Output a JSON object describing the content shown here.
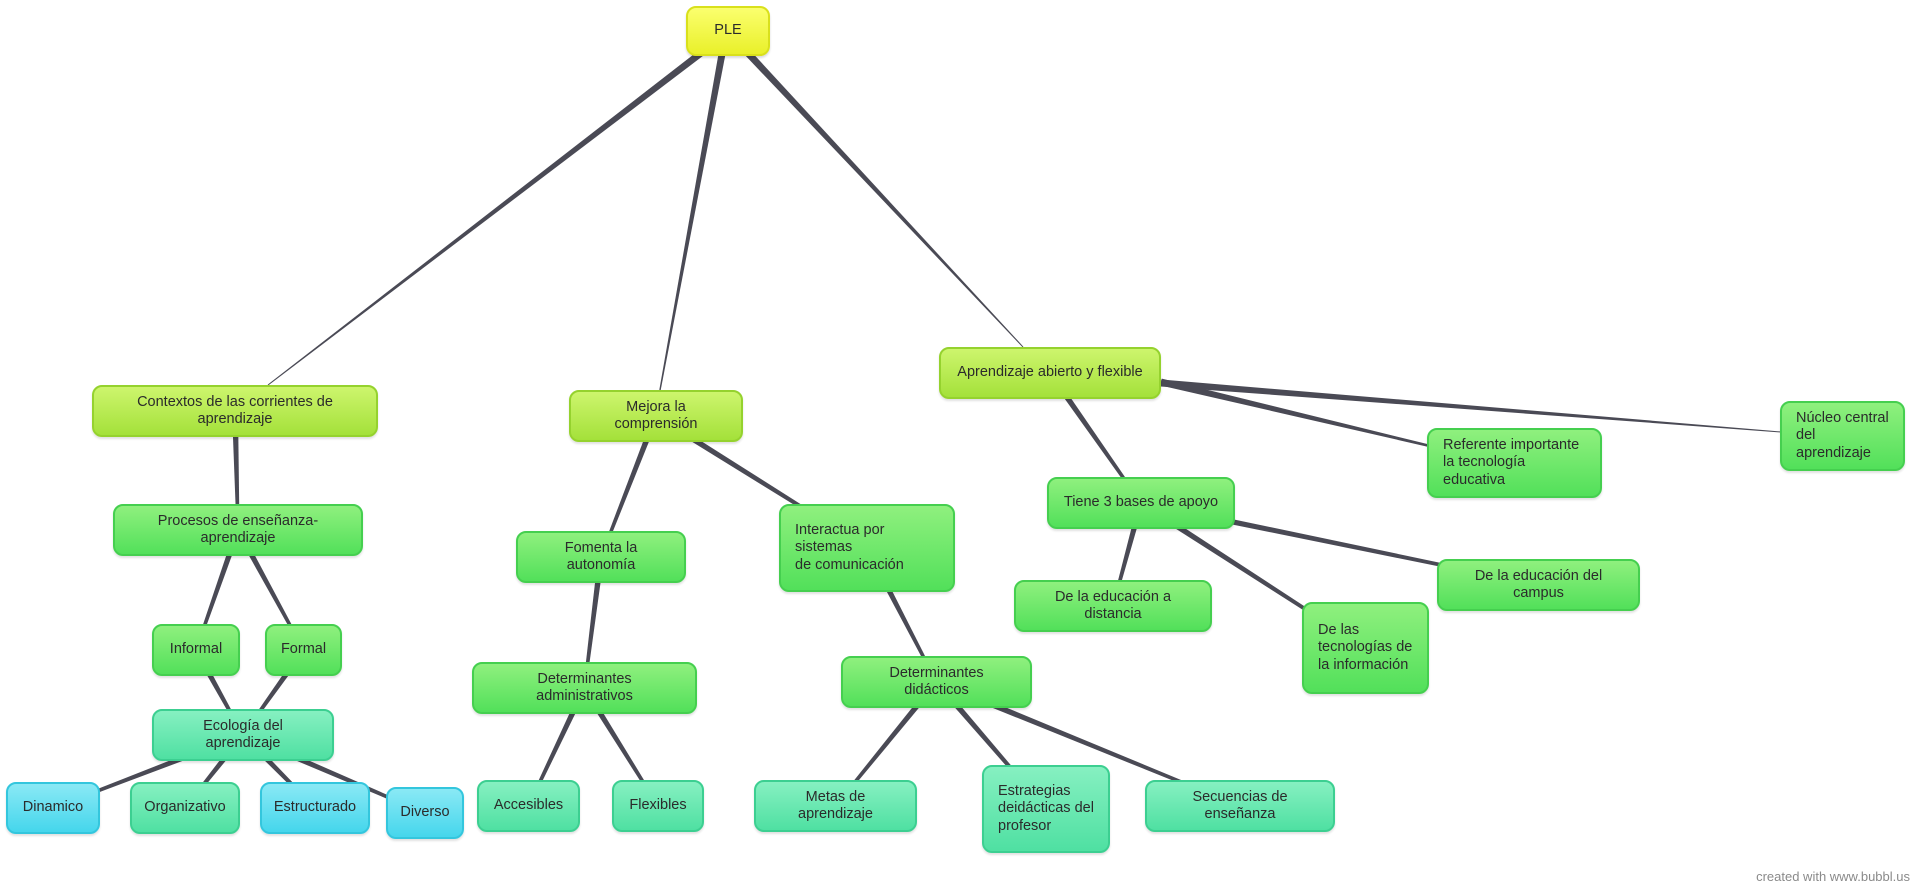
{
  "diagram": {
    "nodes": [
      {
        "id": "ple",
        "label": "PLE",
        "color": "yellow"
      },
      {
        "id": "contextos",
        "label": "Contextos de las corrientes de aprendizaje",
        "color": "lime"
      },
      {
        "id": "mejora",
        "label": "Mejora la comprensión",
        "color": "lime"
      },
      {
        "id": "aprendizaje",
        "label": "Aprendizaje  abierto y flexible",
        "color": "lime"
      },
      {
        "id": "procesos",
        "label": "Procesos de enseñanza- aprendizaje",
        "color": "green"
      },
      {
        "id": "informal",
        "label": "Informal",
        "color": "green"
      },
      {
        "id": "formal",
        "label": "Formal",
        "color": "green"
      },
      {
        "id": "ecologia",
        "label": "Ecología  del aprendizaje",
        "color": "mint"
      },
      {
        "id": "dinamico",
        "label": "Dinamico",
        "color": "cyan"
      },
      {
        "id": "organizativo",
        "label": "Organizativo",
        "color": "mint"
      },
      {
        "id": "estructurado",
        "label": "Estructurado",
        "color": "cyan"
      },
      {
        "id": "diverso",
        "label": "Diverso",
        "color": "cyan"
      },
      {
        "id": "fomenta",
        "label": "Fomenta la autonomía",
        "color": "green"
      },
      {
        "id": "interactua",
        "label": "Interactua por sistemas\n de comunicación",
        "color": "green"
      },
      {
        "id": "det_admin",
        "label": "Determinantes administrativos",
        "color": "green"
      },
      {
        "id": "accesibles",
        "label": "Accesibles",
        "color": "mint"
      },
      {
        "id": "flexibles",
        "label": "Flexibles",
        "color": "mint"
      },
      {
        "id": "det_didac",
        "label": "Determinantes  didácticos",
        "color": "green"
      },
      {
        "id": "metas",
        "label": "Metas de aprendizaje",
        "color": "mint"
      },
      {
        "id": "estrategias",
        "label": "Estrategias\ndeidácticas del\nprofesor",
        "color": "mint"
      },
      {
        "id": "secuencias",
        "label": "Secuencias de enseñanza",
        "color": "mint"
      },
      {
        "id": "tiene3",
        "label": "Tiene 3 bases de apoyo",
        "color": "green"
      },
      {
        "id": "referente",
        "label": "Referente importante\nla tecnología educativa",
        "color": "green"
      },
      {
        "id": "nucleo",
        "label": "Núcleo central\ndel aprendizaje",
        "color": "green"
      },
      {
        "id": "distancia",
        "label": "De la educación  a distancia",
        "color": "green"
      },
      {
        "id": "tecnologias",
        "label": "De las\ntecnologías  de\nla información",
        "color": "green"
      },
      {
        "id": "campus",
        "label": "De la educación del campus",
        "color": "green"
      }
    ],
    "edges": [
      {
        "from": "ple",
        "to": "contextos"
      },
      {
        "from": "ple",
        "to": "mejora"
      },
      {
        "from": "ple",
        "to": "aprendizaje"
      },
      {
        "from": "contextos",
        "to": "procesos"
      },
      {
        "from": "procesos",
        "to": "informal"
      },
      {
        "from": "procesos",
        "to": "formal"
      },
      {
        "from": "informal",
        "to": "ecologia"
      },
      {
        "from": "formal",
        "to": "ecologia"
      },
      {
        "from": "ecologia",
        "to": "dinamico"
      },
      {
        "from": "ecologia",
        "to": "organizativo"
      },
      {
        "from": "ecologia",
        "to": "estructurado"
      },
      {
        "from": "ecologia",
        "to": "diverso"
      },
      {
        "from": "mejora",
        "to": "fomenta"
      },
      {
        "from": "mejora",
        "to": "interactua"
      },
      {
        "from": "fomenta",
        "to": "det_admin"
      },
      {
        "from": "det_admin",
        "to": "accesibles"
      },
      {
        "from": "det_admin",
        "to": "flexibles"
      },
      {
        "from": "interactua",
        "to": "det_didac"
      },
      {
        "from": "det_didac",
        "to": "metas"
      },
      {
        "from": "det_didac",
        "to": "estrategias"
      },
      {
        "from": "det_didac",
        "to": "secuencias"
      },
      {
        "from": "aprendizaje",
        "to": "tiene3"
      },
      {
        "from": "aprendizaje",
        "to": "referente"
      },
      {
        "from": "aprendizaje",
        "to": "nucleo"
      },
      {
        "from": "tiene3",
        "to": "distancia"
      },
      {
        "from": "tiene3",
        "to": "tecnologias"
      },
      {
        "from": "tiene3",
        "to": "campus"
      }
    ]
  },
  "colors": {
    "edge": "#4a4a55",
    "yellow": "#eef22f",
    "lime": "#b3e64d",
    "green": "#5fe160",
    "mint": "#5ae3a8",
    "cyan": "#4bd8ee"
  },
  "footer": {
    "credit": "created with www.bubbl.us"
  }
}
